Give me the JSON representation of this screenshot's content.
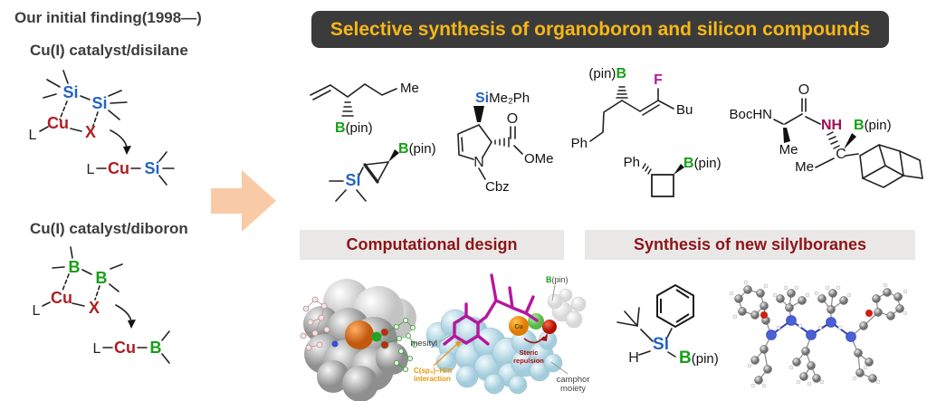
{
  "colors": {
    "boron_green": "#16a016",
    "silicon_blue": "#2563c0",
    "copper_red": "#b01e23",
    "fluorine_magenta": "#b5179e",
    "nh_magenta": "#9c0f56",
    "banner_bg": "#3b3b3b",
    "banner_text": "#f5b719",
    "section_bg": "#e9e8e7",
    "section_text": "#8d1417",
    "arrow_peach": "#f8cba6",
    "heading_gray": "#3d3d3d"
  },
  "left_panel": {
    "title": "Our initial finding(1998—)",
    "disilane": {
      "title": "Cu(I) catalyst/disilane",
      "ligand": "L",
      "metal": "Cu",
      "halide": "X",
      "si_a": "Si",
      "si_b": "Si",
      "product": {
        "ligand": "L",
        "metal": "Cu",
        "atom": "Si"
      }
    },
    "diboron": {
      "title": "Cu(I) catalyst/diboron",
      "ligand": "L",
      "metal": "Cu",
      "halide": "X",
      "b_a": "B",
      "b_b": "B",
      "product": {
        "ligand": "L",
        "metal": "Cu",
        "atom": "B"
      }
    }
  },
  "banner": {
    "text": "Selective synthesis of organoboron and silicon compounds"
  },
  "structures": {
    "hexenyl_boronate": {
      "me": "Me",
      "b": "B",
      "pin": "(pin)"
    },
    "silyl_cyclopropane": {
      "b": "B",
      "pin": "(pin)",
      "si": "Si"
    },
    "pyrroline": {
      "si": "Si",
      "si_rest": "Me₂Ph",
      "n": "N",
      "cbz": "Cbz",
      "o": "O",
      "ome": "OMe"
    },
    "fluoro_alkene": {
      "pin": "(pin)",
      "b": "B",
      "f": "F",
      "bu": "Bu",
      "ph": "Ph"
    },
    "boryl_cyclobutane": {
      "ph": "Ph",
      "b": "B",
      "pin": "(pin)"
    },
    "amino_boronate": {
      "bochn": "BocHN",
      "o": "O",
      "nh": "NH",
      "me_top": "Me",
      "me_left": "Me",
      "c": "C",
      "b": "B",
      "pin": "(pin)"
    }
  },
  "sections": {
    "computational": "Computational design",
    "silylboranes": "Synthesis of new silylboranes"
  },
  "computational_labels": {
    "bpin_b": "B",
    "bpin_rest": "(pin)",
    "mesityl": "mesityl",
    "cu": "Cu",
    "steric_1": "Steric",
    "steric_2": "repulsion",
    "interaction_1": "C(sp₃)–H/π",
    "interaction_2": "interaction",
    "camphor_1": "camphor",
    "camphor_2": "moiety"
  },
  "silylborane": {
    "h": "H",
    "si": "Si",
    "b": "B",
    "pin": "(pin)"
  }
}
